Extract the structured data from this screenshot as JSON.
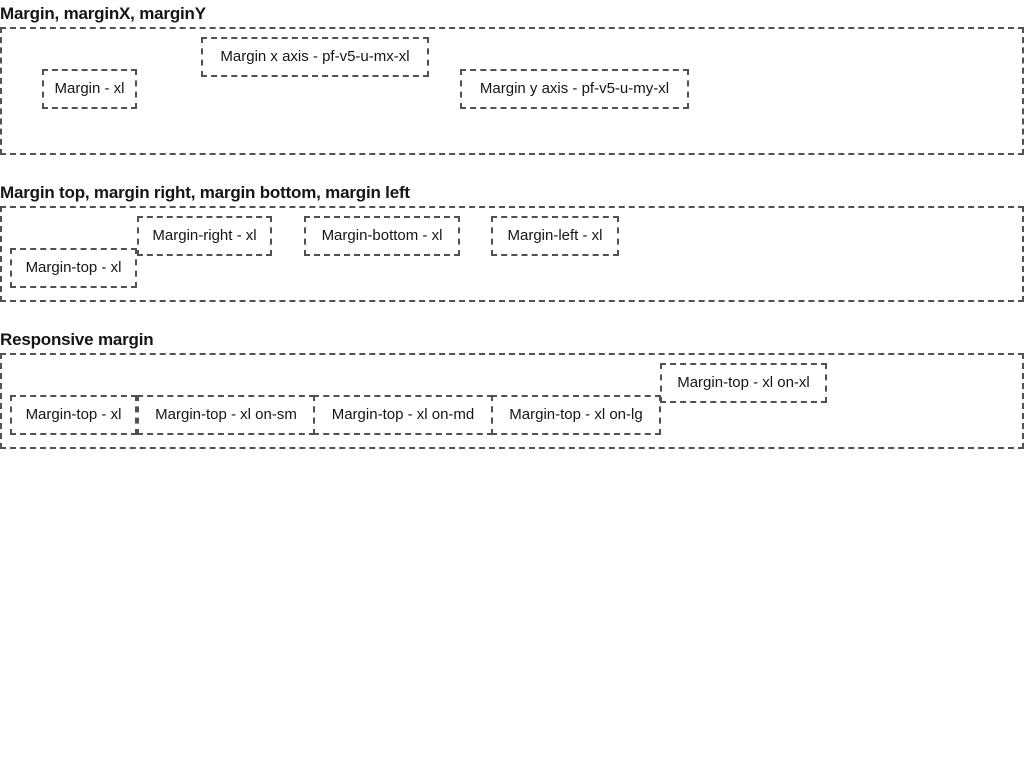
{
  "sections": [
    {
      "title": "Margin, marginX, marginY",
      "items": [
        {
          "label": "Margin - xl"
        },
        {
          "label": "Margin x axis - pf-v5-u-mx-xl"
        },
        {
          "label": "Margin y axis - pf-v5-u-my-xl"
        }
      ]
    },
    {
      "title": "Margin top, margin right, margin bottom, margin left",
      "items": [
        {
          "label": "Margin-top - xl"
        },
        {
          "label": "Margin-right - xl"
        },
        {
          "label": "Margin-bottom - xl"
        },
        {
          "label": "Margin-left - xl"
        }
      ]
    },
    {
      "title": "Responsive margin",
      "items": [
        {
          "label": "Margin-top - xl"
        },
        {
          "label": "Margin-top - xl on-sm"
        },
        {
          "label": "Margin-top - xl on-md"
        },
        {
          "label": "Margin-top - xl on-lg"
        },
        {
          "label": "Margin-top - xl on-xl"
        }
      ]
    }
  ]
}
